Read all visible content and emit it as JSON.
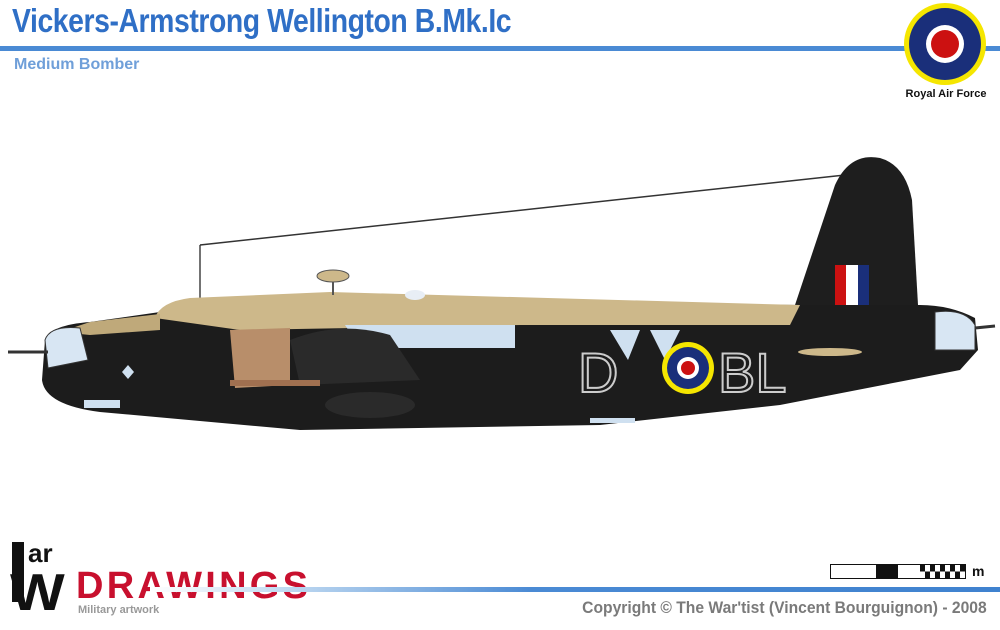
{
  "header": {
    "title": "Vickers-Armstrong Wellington B.Mk.Ic",
    "subtitle": "Medium Bomber",
    "air_force_label": "Royal Air Force"
  },
  "aircraft": {
    "code_left": "D",
    "code_right": "BL"
  },
  "footer": {
    "logo_text": "WarDRAWINGS",
    "logo_tagline": "Military artwork",
    "scale_unit": "m",
    "copyright": "Copyright © The War'tist (Vincent Bourguignon) - 2008"
  },
  "colors": {
    "accent_blue": "#2f6fc6",
    "roundel_yellow": "#f5e600",
    "roundel_blue": "#1a2f7a",
    "roundel_red": "#cc1111",
    "logo_red": "#c8102e",
    "fuselage": "#1c1c1c",
    "tan": "#cdb88a"
  }
}
